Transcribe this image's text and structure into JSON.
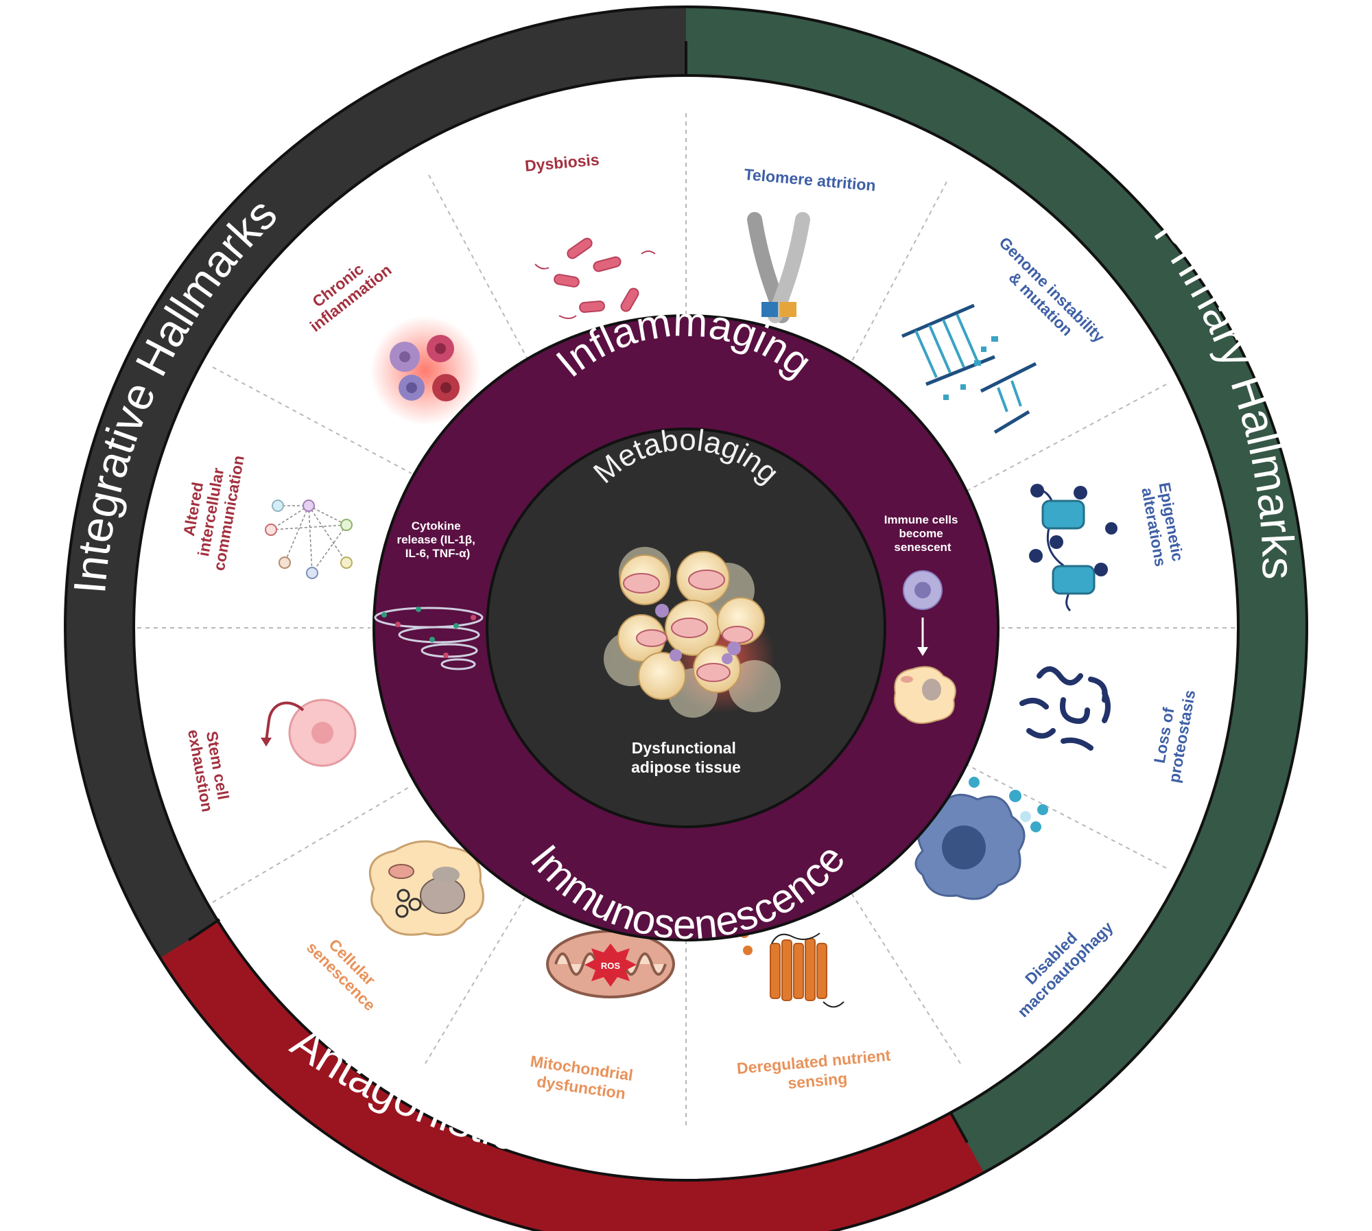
{
  "outer_groups": {
    "integrative": {
      "label": "Integrative Hallmarks",
      "color": "#333333"
    },
    "primary": {
      "label": "Primary Hallmarks",
      "color": "#365847"
    },
    "antagonistic": {
      "label": "Antagonistic Hallmarks",
      "color": "#9b1520"
    }
  },
  "segments": {
    "dysbiosis": "Dysbiosis",
    "telomere": "Telomere attrition",
    "genome_1": "Genome instability",
    "genome_2": "& mutation",
    "epigenetic_1": "Epigenetic",
    "epigenetic_2": "alterations",
    "proteostasis_1": "Loss of",
    "proteostasis_2": "proteostasis",
    "autophagy_1": "Disabled",
    "autophagy_2": "macroautophagy",
    "nutrient_1": "Deregulated nutrient",
    "nutrient_2": "sensing",
    "mito_1": "Mitochondrial",
    "mito_2": "dysfunction",
    "senescence_1": "Cellular",
    "senescence_2": "senescence",
    "stem_1": "Stem cell",
    "stem_2": "exhaustion",
    "comm_1": "Altered",
    "comm_2": "intercellular",
    "comm_3": "communication",
    "chronic_1": "Chronic",
    "chronic_2": "inflammation"
  },
  "segment_colors": {
    "integrative": "#a3303f",
    "primary": "#3e5fa6",
    "antagonistic": "#e8925a"
  },
  "inner": {
    "top": "Inflammaging",
    "bottom": "Immunosenescence",
    "center": "Metabolaging",
    "adipose_1": "Dysfunctional",
    "adipose_2": "adipose tissue",
    "cytokine_1": "Cytokine",
    "cytokine_2": "release (IL-1β,",
    "cytokine_3": "IL-6, TNF-α)",
    "immune_1": "Immune cells",
    "immune_2": "become",
    "immune_3": "senescent",
    "ros": "ROS"
  },
  "colors": {
    "inner_ring": "#5a1042",
    "center": "#2e2e2e"
  }
}
